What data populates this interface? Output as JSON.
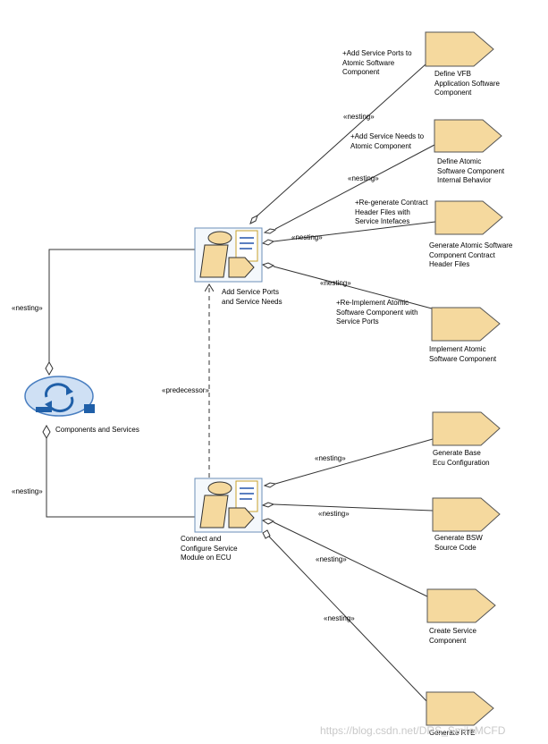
{
  "nodes": {
    "add_ports": "Add Service Ports\nand Service Needs",
    "configure": "Connect and\nConfigure Service\nModule on ECU",
    "components": "Components and Services",
    "define_vfb": "Define VFB\nApplication Software\nComponent",
    "define_atomic": "Define Atomic\nSoftware Component\nInternal Behavior",
    "generate_headers": "Generate Atomic Software\nComponent Contract\nHeader Files",
    "implement": "Implement Atomic\nSoftware Component",
    "gen_base": "Generate Base\nEcu Configuration",
    "gen_bsw": "Generate BSW\nSource Code",
    "create_service": "Create Service\nComponent",
    "gen_rte": "Generate RTE"
  },
  "edge_labels": {
    "nesting": "«nesting»",
    "predecessor": "«predecessor»"
  },
  "role_labels": {
    "r1": "+Add Service Ports to\nAtomic Software\nComponent",
    "r2": "+Add Service Needs to\nAtomic Component",
    "r3": "+Re-generate Contract\nHeader Files with\nService Intefaces",
    "r4": "+Re-Implement Atomic\nSoftware Component with\nService Ports"
  },
  "watermark": "https://blog.csdn.net/DRS_SmileMCFD",
  "colors": {
    "task_fill": "#f5d99e",
    "task_stroke": "#555555",
    "activity_fill": "#cfe0f4",
    "activity_stroke": "#4a7fc1",
    "icon_blue": "#1f5fa8",
    "line": "#333333"
  }
}
